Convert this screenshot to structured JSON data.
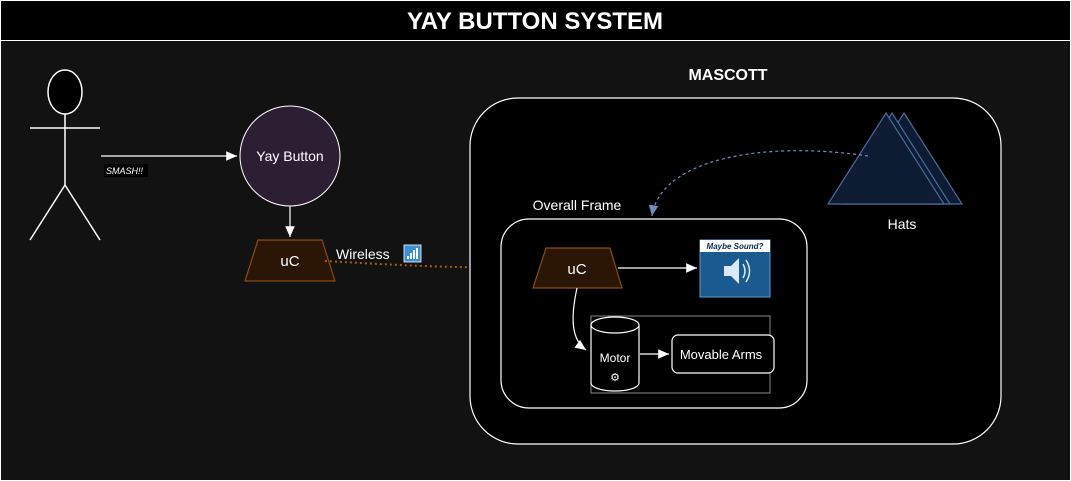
{
  "title": "YAY BUTTON SYSTEM",
  "actor": {
    "action_label": "SMASH!!"
  },
  "yay_button": {
    "label": "Yay Button"
  },
  "remote_uc": {
    "label": "uC"
  },
  "link": {
    "label": "Wireless"
  },
  "mascott": {
    "title": "MASCOTT",
    "hats_label": "Hats",
    "frame": {
      "title": "Overall Frame",
      "uc_label": "uC",
      "sound_label": "Maybe Sound?",
      "motor_label": "Motor",
      "motor_symbol": "⚙",
      "arms_label": "Movable Arms"
    }
  },
  "colors": {
    "background": "#121212",
    "button_fill": "#2d1f33",
    "uc_fill": "#2b1606",
    "uc_stroke": "#8a4d11",
    "wireless_line": "#a05f12",
    "hats_fill": "#0d1c33",
    "hats_stroke": "#4a6a9a",
    "sound_fill": "#1b5a8e"
  }
}
